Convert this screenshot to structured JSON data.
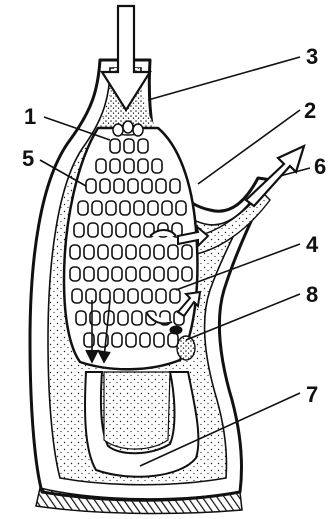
{
  "diagram": {
    "labels": [
      {
        "key": "1",
        "text": "1"
      },
      {
        "key": "2",
        "text": "2"
      },
      {
        "key": "3",
        "text": "3"
      },
      {
        "key": "4",
        "text": "4"
      },
      {
        "key": "5",
        "text": "5"
      },
      {
        "key": "6",
        "text": "6"
      },
      {
        "key": "7",
        "text": "7"
      },
      {
        "key": "8",
        "text": "8"
      }
    ],
    "colors": {
      "ink": "#111111",
      "stipple": "#222222",
      "paper": "#ffffff"
    }
  }
}
